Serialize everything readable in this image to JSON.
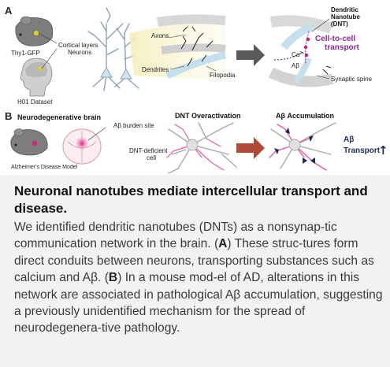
{
  "figure": {
    "panel_a": {
      "letter": "A",
      "label_thy1": "Thy1-GFP",
      "label_h01": "H01 Dataset",
      "label_cortical": "Cortical layers",
      "label_neurons": "Neurons",
      "label_axons": "Axons",
      "label_dendrites": "Dendrites",
      "label_filopodia": "Filopodia",
      "label_dnt_1": "Dendritic",
      "label_dnt_2": "Nanotube",
      "label_dnt_3": "(DNT)",
      "label_transport_1": "Cell-to-cell",
      "label_transport_2": "transport",
      "label_ca": "Ca",
      "label_ca_sup": "2+",
      "label_ab": "Aβ",
      "label_spine": "Synaptic spine"
    },
    "panel_b": {
      "letter": "B",
      "heading": "Neurodegenerative brain",
      "label_burden": "Aβ burden site",
      "label_model": "Alzheimer's Disease Model",
      "label_deficient_1": "DNT-deficient",
      "label_deficient_2": "cell",
      "label_overactivation": "DNT Overactivation",
      "label_accumulation": "Aβ Accumulation",
      "label_ab_transport_1": "Aβ",
      "label_ab_transport_2": "Transport",
      "arrow_up": "↑"
    },
    "colors": {
      "magenta": "#c0207a",
      "pink": "#e85a9e",
      "teal_blue": "#bfe0ec",
      "navy": "#1f2a5a",
      "arrow_grey": "#5a5a5a",
      "arrow_red": "#b04a3a"
    }
  },
  "caption": {
    "title": "Neuronal nanotubes mediate intercellular transport and disease.",
    "p1": "We identified dendritic nanotubes (DNTs) as a nonsynap-tic communication network in the brain. (",
    "a": "A",
    "p2": ") These struc-tures form direct conduits between neurons, transporting substances such as calcium and Aβ. (",
    "b": "B",
    "p3": ") In a mouse mod-el of AD, alterations in this network are associated in pathological Aβ accumulation, suggesting a previously unidentified mechanism for the spread of neurodegenera-tive pathology."
  }
}
